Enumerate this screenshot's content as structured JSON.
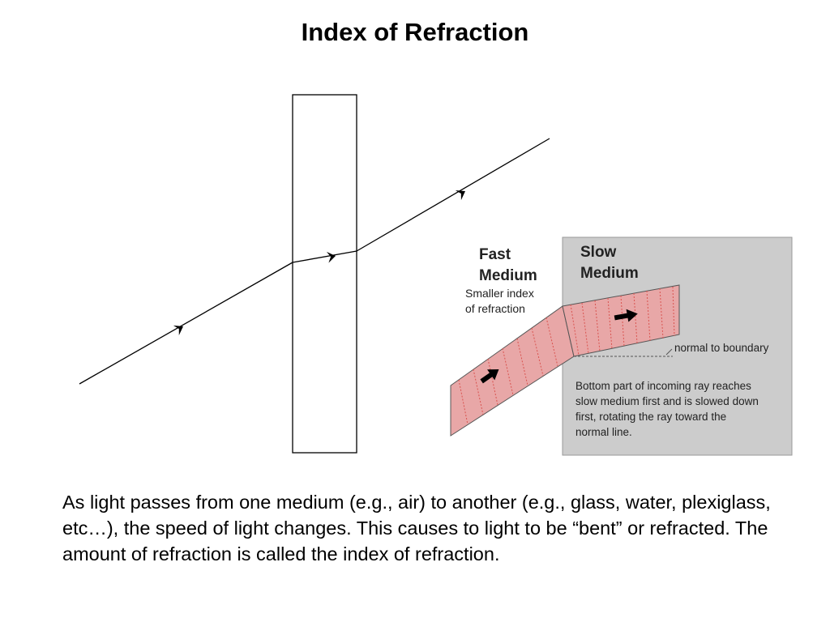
{
  "title": "Index of Refraction",
  "left_diagram": {
    "description_none": ""
  },
  "right_diagram": {
    "fast_medium_line1": "Fast",
    "fast_medium_line2": "Medium",
    "fast_note_line1": "Smaller index",
    "fast_note_line2": "of refraction",
    "slow_medium_line1": "Slow",
    "slow_medium_line2": "Medium",
    "normal_label": "normal to boundary",
    "explanation_lines": [
      "Bottom part of incoming ray reaches",
      "slow medium first and is slowed down",
      "first, rotating the ray toward the",
      "normal line."
    ],
    "colors": {
      "slow_bg": "#cccccc",
      "ray_fill": "#e8a7a7",
      "ray_stripe": "#d9534f"
    }
  },
  "caption": "As light passes from one medium (e.g., air) to another (e.g., glass, water, plexiglass, etc…), the speed of light changes. This causes to light to be “bent” or refracted. The amount of refraction is called the index of refraction."
}
